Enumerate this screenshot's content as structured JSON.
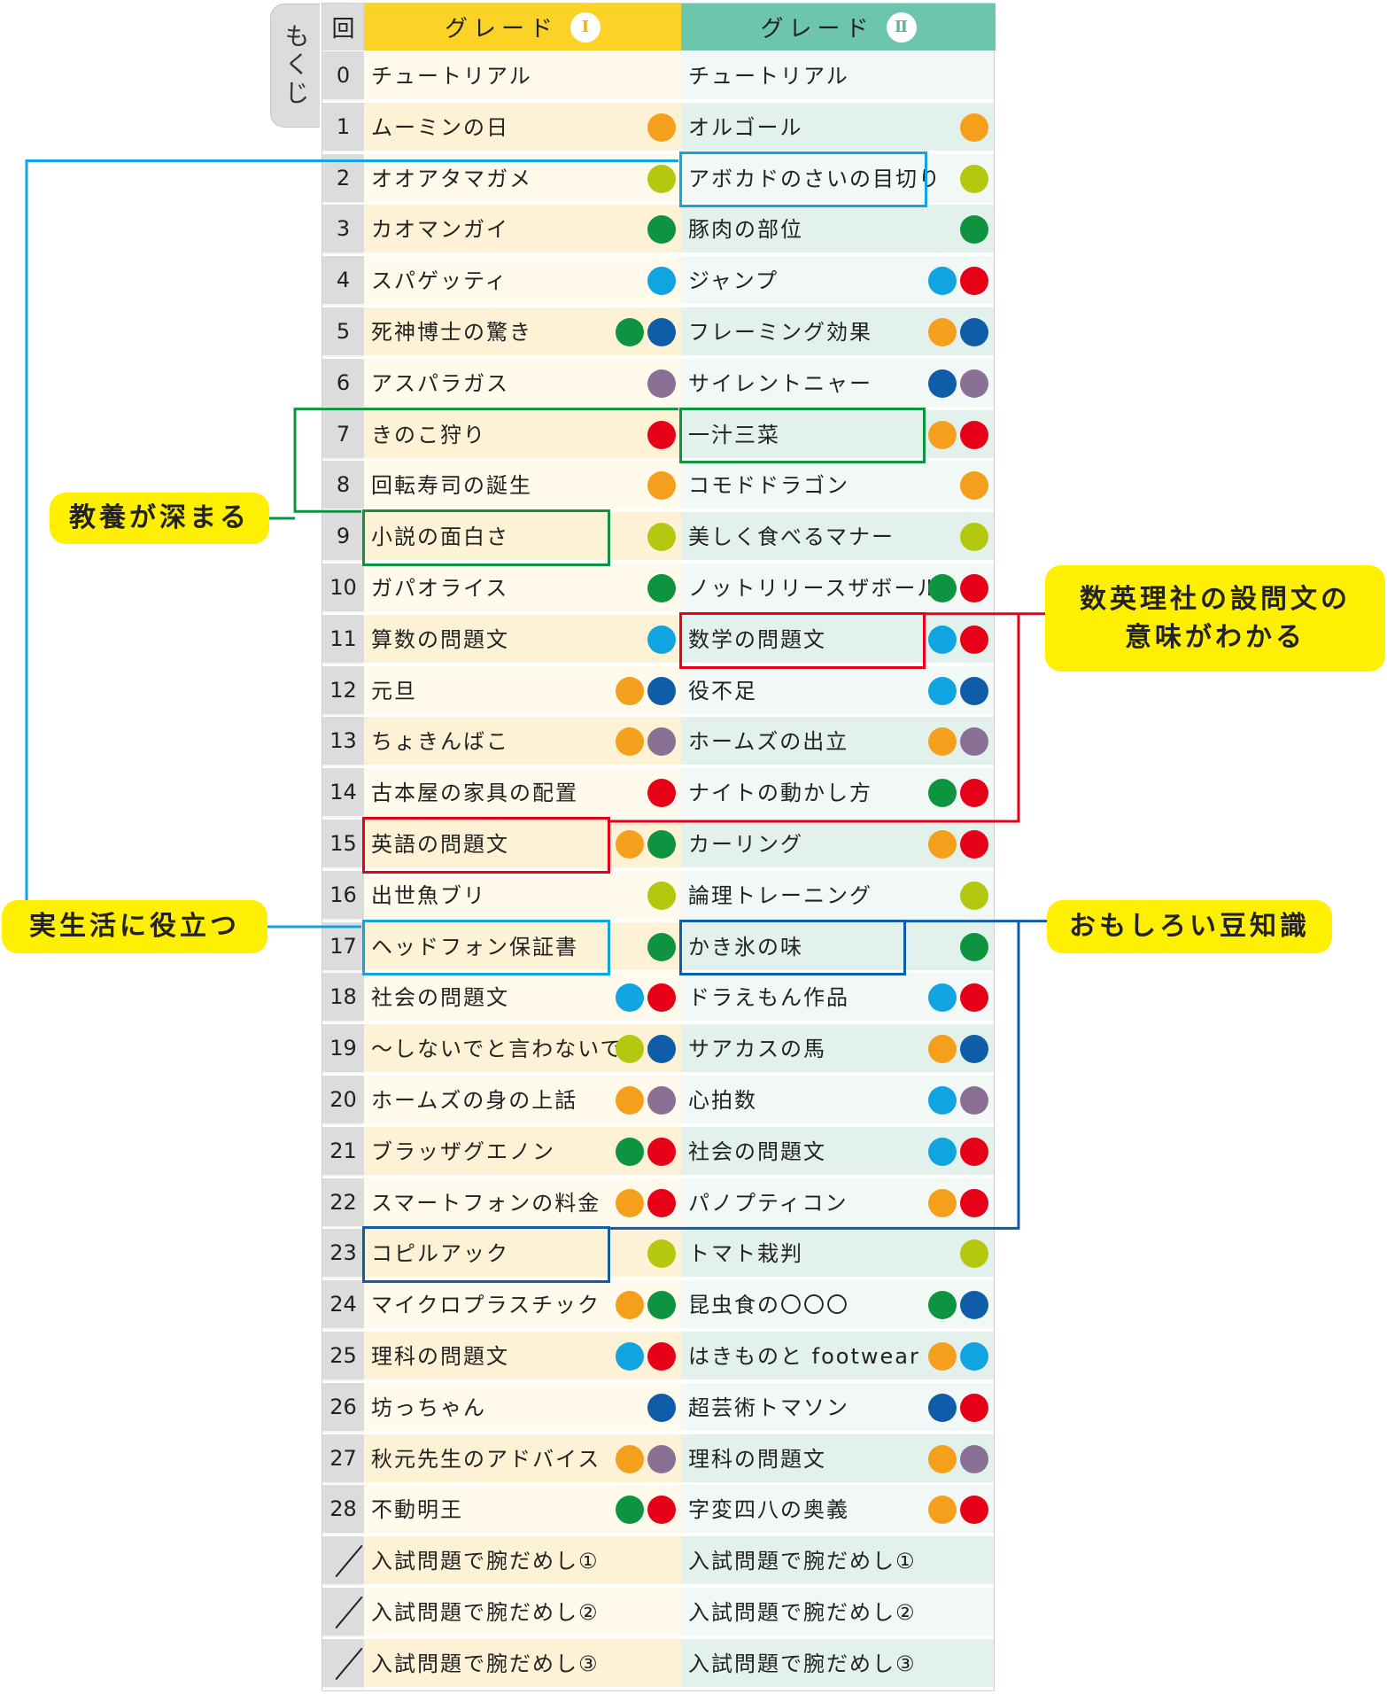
{
  "tab_label": "もくじ",
  "header": {
    "num_label": "回",
    "grade1_label": "グレード",
    "grade1_badge": "Ⅰ",
    "grade2_label": "グレード",
    "grade2_badge": "Ⅱ"
  },
  "colors": {
    "orange": "#f5a01c",
    "lime": "#b4c80f",
    "green": "#0e9440",
    "sky": "#10a5e0",
    "red": "#e60018",
    "blue": "#0f5ca8",
    "purple": "#8b7095",
    "grade1_row_bg": "#fdf2d6",
    "grade1_row_bg_alt": "#fffaec",
    "grade2_row_bg": "#e3f1ec",
    "grade2_row_bg_alt": "#f1f8f5",
    "cyan_frame": "#10a5e0",
    "green_frame": "#0e9440",
    "red_frame": "#e60018",
    "blue_frame": "#0f5ca8",
    "callout_bg": "#ffef00"
  },
  "rows": [
    {
      "num": "0",
      "g1": "チュートリアル",
      "g1_dots": [],
      "g2": "チュートリアル",
      "g2_dots": []
    },
    {
      "num": "1",
      "g1": "ムーミンの日",
      "g1_dots": [
        "orange"
      ],
      "g2": "オルゴール",
      "g2_dots": [
        "orange"
      ]
    },
    {
      "num": "2",
      "g1": "オオアタマガメ",
      "g1_dots": [
        "lime"
      ],
      "g2": "アボカドのさいの目切り",
      "g2_dots": [
        "lime"
      ]
    },
    {
      "num": "3",
      "g1": "カオマンガイ",
      "g1_dots": [
        "green"
      ],
      "g2": "豚肉の部位",
      "g2_dots": [
        "green"
      ]
    },
    {
      "num": "4",
      "g1": "スパゲッティ",
      "g1_dots": [
        "sky"
      ],
      "g2": "ジャンプ",
      "g2_dots": [
        "sky",
        "red"
      ]
    },
    {
      "num": "5",
      "g1": "死神博士の驚き",
      "g1_dots": [
        "green",
        "blue"
      ],
      "g2": "フレーミング効果",
      "g2_dots": [
        "orange",
        "blue"
      ]
    },
    {
      "num": "6",
      "g1": "アスパラガス",
      "g1_dots": [
        "purple"
      ],
      "g2": "サイレントニャー",
      "g2_dots": [
        "blue",
        "purple"
      ]
    },
    {
      "num": "7",
      "g1": "きのこ狩り",
      "g1_dots": [
        "red"
      ],
      "g2": "一汁三菜",
      "g2_dots": [
        "orange",
        "red"
      ]
    },
    {
      "num": "8",
      "g1": "回転寿司の誕生",
      "g1_dots": [
        "orange"
      ],
      "g2": "コモドドラゴン",
      "g2_dots": [
        "orange"
      ]
    },
    {
      "num": "9",
      "g1": "小説の面白さ",
      "g1_dots": [
        "lime"
      ],
      "g2": "美しく食べるマナー",
      "g2_dots": [
        "lime"
      ]
    },
    {
      "num": "10",
      "g1": "ガパオライス",
      "g1_dots": [
        "green"
      ],
      "g2": "ノットリリースザボール",
      "g2_dots": [
        "green",
        "red"
      ]
    },
    {
      "num": "11",
      "g1": "算数の問題文",
      "g1_dots": [
        "sky"
      ],
      "g2": "数学の問題文",
      "g2_dots": [
        "sky",
        "red"
      ]
    },
    {
      "num": "12",
      "g1": "元旦",
      "g1_dots": [
        "orange",
        "blue"
      ],
      "g2": "役不足",
      "g2_dots": [
        "sky",
        "blue"
      ]
    },
    {
      "num": "13",
      "g1": "ちょきんばこ",
      "g1_dots": [
        "orange",
        "purple"
      ],
      "g2": "ホームズの出立",
      "g2_dots": [
        "orange",
        "purple"
      ]
    },
    {
      "num": "14",
      "g1": "古本屋の家具の配置",
      "g1_dots": [
        "red"
      ],
      "g2": "ナイトの動かし方",
      "g2_dots": [
        "green",
        "red"
      ]
    },
    {
      "num": "15",
      "g1": "英語の問題文",
      "g1_dots": [
        "orange",
        "green"
      ],
      "g2": "カーリング",
      "g2_dots": [
        "orange",
        "red"
      ]
    },
    {
      "num": "16",
      "g1": "出世魚ブリ",
      "g1_dots": [
        "lime"
      ],
      "g2": "論理トレーニング",
      "g2_dots": [
        "lime"
      ]
    },
    {
      "num": "17",
      "g1": "ヘッドフォン保証書",
      "g1_dots": [
        "green"
      ],
      "g2": "かき氷の味",
      "g2_dots": [
        "green"
      ]
    },
    {
      "num": "18",
      "g1": "社会の問題文",
      "g1_dots": [
        "sky",
        "red"
      ],
      "g2": "ドラえもん作品",
      "g2_dots": [
        "sky",
        "red"
      ]
    },
    {
      "num": "19",
      "g1": "〜しないでと言わないで",
      "g1_dots": [
        "lime",
        "blue"
      ],
      "g2": "サアカスの馬",
      "g2_dots": [
        "orange",
        "blue"
      ]
    },
    {
      "num": "20",
      "g1": "ホームズの身の上話",
      "g1_dots": [
        "orange",
        "purple"
      ],
      "g2": "心拍数",
      "g2_dots": [
        "sky",
        "purple"
      ]
    },
    {
      "num": "21",
      "g1": "ブラッザグエノン",
      "g1_dots": [
        "green",
        "red"
      ],
      "g2": "社会の問題文",
      "g2_dots": [
        "sky",
        "red"
      ]
    },
    {
      "num": "22",
      "g1": "スマートフォンの料金",
      "g1_dots": [
        "orange",
        "red"
      ],
      "g2": "パノプティコン",
      "g2_dots": [
        "orange",
        "red"
      ]
    },
    {
      "num": "23",
      "g1": "コピルアック",
      "g1_dots": [
        "lime"
      ],
      "g2": "トマト栽判",
      "g2_dots": [
        "lime"
      ]
    },
    {
      "num": "24",
      "g1": "マイクロプラスチック",
      "g1_dots": [
        "orange",
        "green"
      ],
      "g2": "昆虫食の〇〇〇",
      "g2_dots": [
        "green",
        "blue"
      ]
    },
    {
      "num": "25",
      "g1": "理科の問題文",
      "g1_dots": [
        "sky",
        "red"
      ],
      "g2": "はきものと footwear",
      "g2_dots": [
        "orange",
        "sky"
      ]
    },
    {
      "num": "26",
      "g1": "坊っちゃん",
      "g1_dots": [
        "blue"
      ],
      "g2": "超芸術トマソン",
      "g2_dots": [
        "blue",
        "red"
      ]
    },
    {
      "num": "27",
      "g1": "秋元先生のアドバイス",
      "g1_dots": [
        "orange",
        "purple"
      ],
      "g2": "理科の問題文",
      "g2_dots": [
        "orange",
        "purple"
      ]
    },
    {
      "num": "28",
      "g1": "不動明王",
      "g1_dots": [
        "green",
        "red"
      ],
      "g2": "字変四八の奥義",
      "g2_dots": [
        "orange",
        "red"
      ]
    },
    {
      "num": "",
      "slash": true,
      "g1": "入試問題で腕だめし①",
      "g1_dots": [],
      "g2": "入試問題で腕だめし①",
      "g2_dots": []
    },
    {
      "num": "",
      "slash": true,
      "g1": "入試問題で腕だめし②",
      "g1_dots": [],
      "g2": "入試問題で腕だめし②",
      "g2_dots": []
    },
    {
      "num": "",
      "slash": true,
      "g1": "入試問題で腕だめし③",
      "g1_dots": [],
      "g2": "入試問題で腕だめし③",
      "g2_dots": []
    }
  ],
  "callouts": {
    "kyoyo": "教養が深まる",
    "jisseikatsu": "実生活に役立つ",
    "setsumon_line1": "数英理社の設問文の",
    "setsumon_line2": "意味がわかる",
    "mame": "おもしろい豆知識"
  }
}
